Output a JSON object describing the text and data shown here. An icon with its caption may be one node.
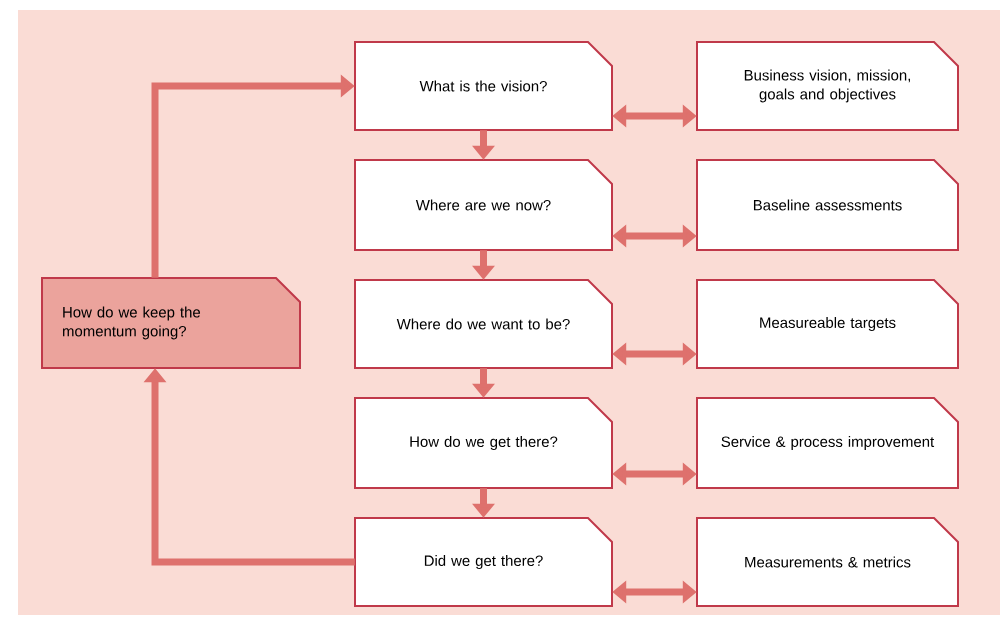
{
  "diagram": {
    "nodes": [
      {
        "text": [
          "How do we keep the momentum going?"
        ]
      },
      {
        "text": [
          "What is the vision?"
        ]
      },
      {
        "text": [
          "Where are we now?"
        ]
      },
      {
        "text": [
          "Where do we want to be?"
        ]
      },
      {
        "text": [
          "How do we get there?"
        ]
      },
      {
        "text": [
          "Did we get there?"
        ]
      },
      {
        "text": [
          "Business vision, mission, goals and objectives"
        ]
      },
      {
        "text": [
          "Baseline assessments"
        ]
      },
      {
        "text": [
          "Measureable targets"
        ]
      },
      {
        "text": [
          "Service & process improvement"
        ]
      },
      {
        "text": [
          "Measurements & metrics"
        ]
      }
    ],
    "edges": [
      {
        "from": 0,
        "to": 1,
        "arrow": "to"
      },
      {
        "from": 1,
        "to": 2,
        "arrow": "to"
      },
      {
        "from": 2,
        "to": 3,
        "arrow": "to"
      },
      {
        "from": 3,
        "to": 4,
        "arrow": "to"
      },
      {
        "from": 4,
        "to": 5,
        "arrow": "to"
      },
      {
        "from": 1,
        "to": 6,
        "arrow": "both"
      },
      {
        "from": 2,
        "to": 7,
        "arrow": "both"
      },
      {
        "from": 3,
        "to": 8,
        "arrow": "both"
      },
      {
        "from": 4,
        "to": 9,
        "arrow": "both"
      },
      {
        "from": 5,
        "to": 10,
        "arrow": "both"
      },
      {
        "from": 5,
        "to": 0,
        "arrow": "to"
      }
    ]
  }
}
